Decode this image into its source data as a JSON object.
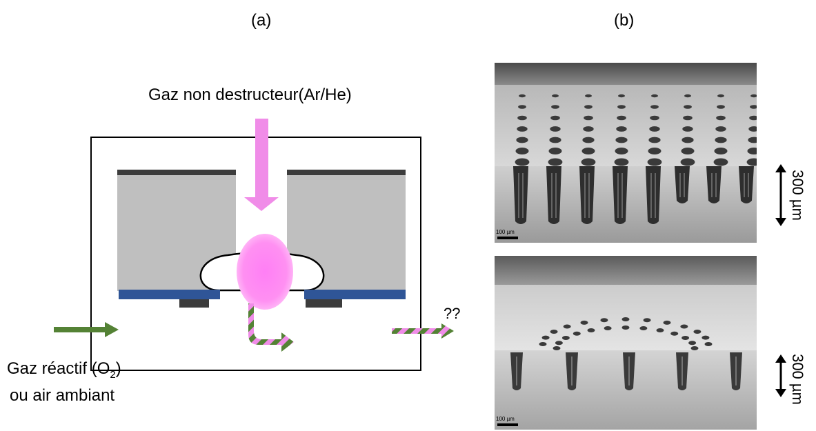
{
  "panels": {
    "a": {
      "label": "(a)"
    },
    "b": {
      "label": "(b)"
    }
  },
  "schematic": {
    "top_gas_label": "Gaz non destructeur(Ar/He)",
    "reactive_gas_label_pre": "Gaz réactif (O",
    "reactive_gas_subscript": "2",
    "reactive_gas_label_post": ")",
    "reactive_gas_line2": "ou air ambiant",
    "unknown_label": "??"
  },
  "micrographs": {
    "top": {
      "scale_bar": "100 µm",
      "size_label": "300 µm"
    },
    "bottom": {
      "scale_bar": "100 µm",
      "size_label": "300 µm"
    }
  },
  "colors": {
    "plasma": "#ff7ff5",
    "arrow_pink": "#f08ce8",
    "arrow_green": "#548235",
    "electrode_blue": "#2f5597",
    "dielectric_gray": "#bfbfbf",
    "dark_bar": "#3c3c3c"
  }
}
